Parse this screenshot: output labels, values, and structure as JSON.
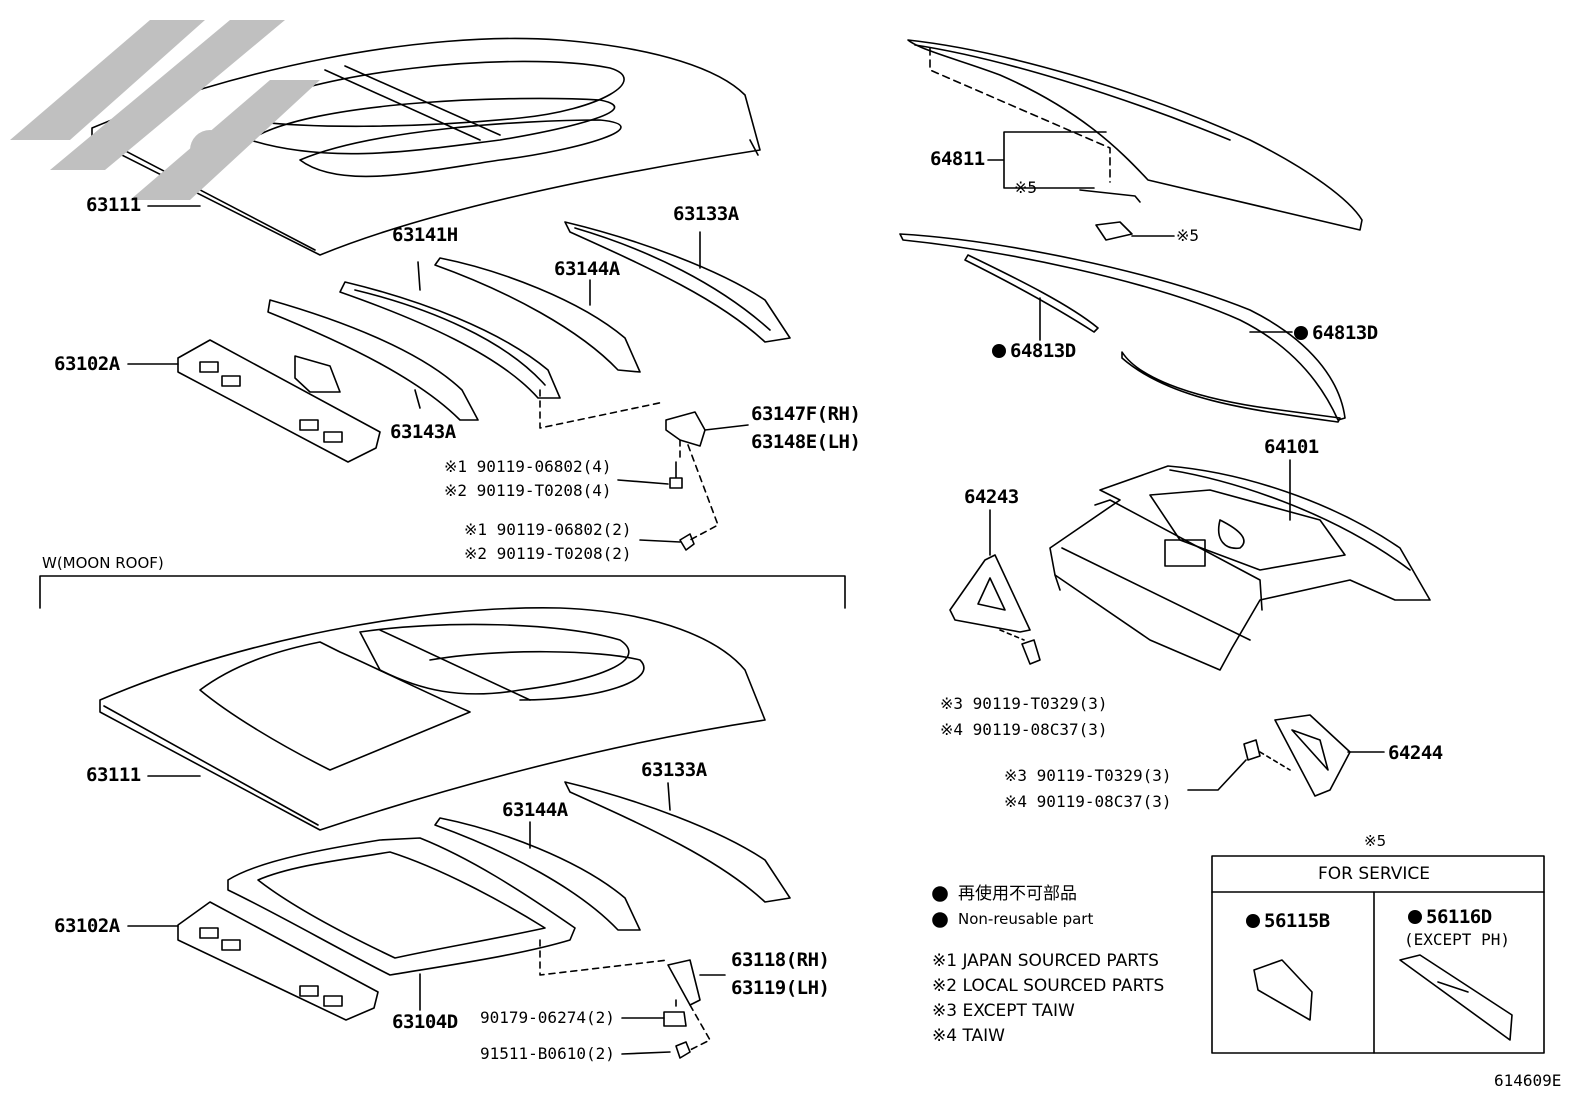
{
  "parts": {
    "p63111_top": "63111",
    "p63141H": "63141H",
    "p63133A_top": "63133A",
    "p63144A_top": "63144A",
    "p63102A_top": "63102A",
    "p63143A": "63143A",
    "p63147F": "63147F(RH)",
    "p63148E": "63148E(LH)",
    "b1a": "※1 90119-06802(4)",
    "b2a": "※2 90119-T0208(4)",
    "b1b": "※1 90119-06802(2)",
    "b2b": "※2 90119-T0208(2)",
    "section_moon": "W(MOON ROOF)",
    "p63111_bot": "63111",
    "p63133A_bot": "63133A",
    "p63144A_bot": "63144A",
    "p63102A_bot": "63102A",
    "p63104D": "63104D",
    "p63118": "63118(RH)",
    "p63119": "63119(LH)",
    "n90179": "90179-06274(2)",
    "n91511": "91511-B0610(2)",
    "p64811": "64811",
    "mark5a": "※5",
    "mark5b": "※5",
    "p64813D_left": "64813D",
    "p64813D_right": "64813D",
    "p64101": "64101",
    "p64243": "64243",
    "b3a": "※3 90119-T0329(3)",
    "b4a": "※4 90119-08C37(3)",
    "p64244": "64244",
    "b3b": "※3 90119-T0329(3)",
    "b4b": "※4 90119-08C37(3)"
  },
  "legend": {
    "nonreusable_jp": "再使用不可部品",
    "nonreusable_en": "Non-reusable part",
    "note1": "※1 JAPAN SOURCED PARTS",
    "note2": "※2 LOCAL SOURCED PARTS",
    "note3": "※3 EXCEPT TAIW",
    "note4": "※4 TAIW"
  },
  "service_box": {
    "mark": "※5",
    "title": "FOR SERVICE",
    "part_a": "56115B",
    "part_b": "56116D",
    "part_b_note": "(EXCEPT PH)"
  },
  "figure_id": "614609E",
  "watermark_color": "#c0c0c0"
}
